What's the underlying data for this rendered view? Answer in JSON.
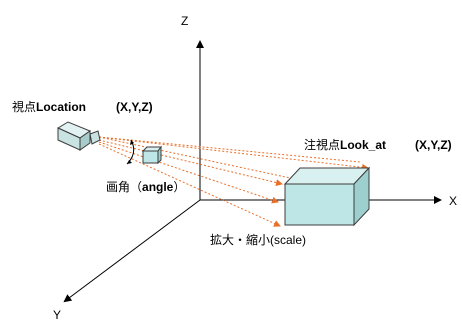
{
  "axes": {
    "z_label": "Z",
    "x_label": "X",
    "y_label": "Y"
  },
  "labels": {
    "viewpoint_prefix": "視点",
    "viewpoint_name": "Location",
    "viewpoint_coords": "(X,Y,Z)",
    "target_prefix": "注視点",
    "target_name": "Look_at",
    "target_coords": "(X,Y,Z)",
    "angle_prefix": "画角（",
    "angle_name": "angle",
    "angle_suffix": "）",
    "scale_text": "拡大・縮小(scale)"
  },
  "colors": {
    "axis": "#000000",
    "cube_face": "#bfe6e6",
    "cube_side": "#9ecfcf",
    "cube_top": "#d8f0f0",
    "cube_edge": "#3c3c3c",
    "camera_body": "#c9e2e2",
    "ray": "#e8702a"
  }
}
